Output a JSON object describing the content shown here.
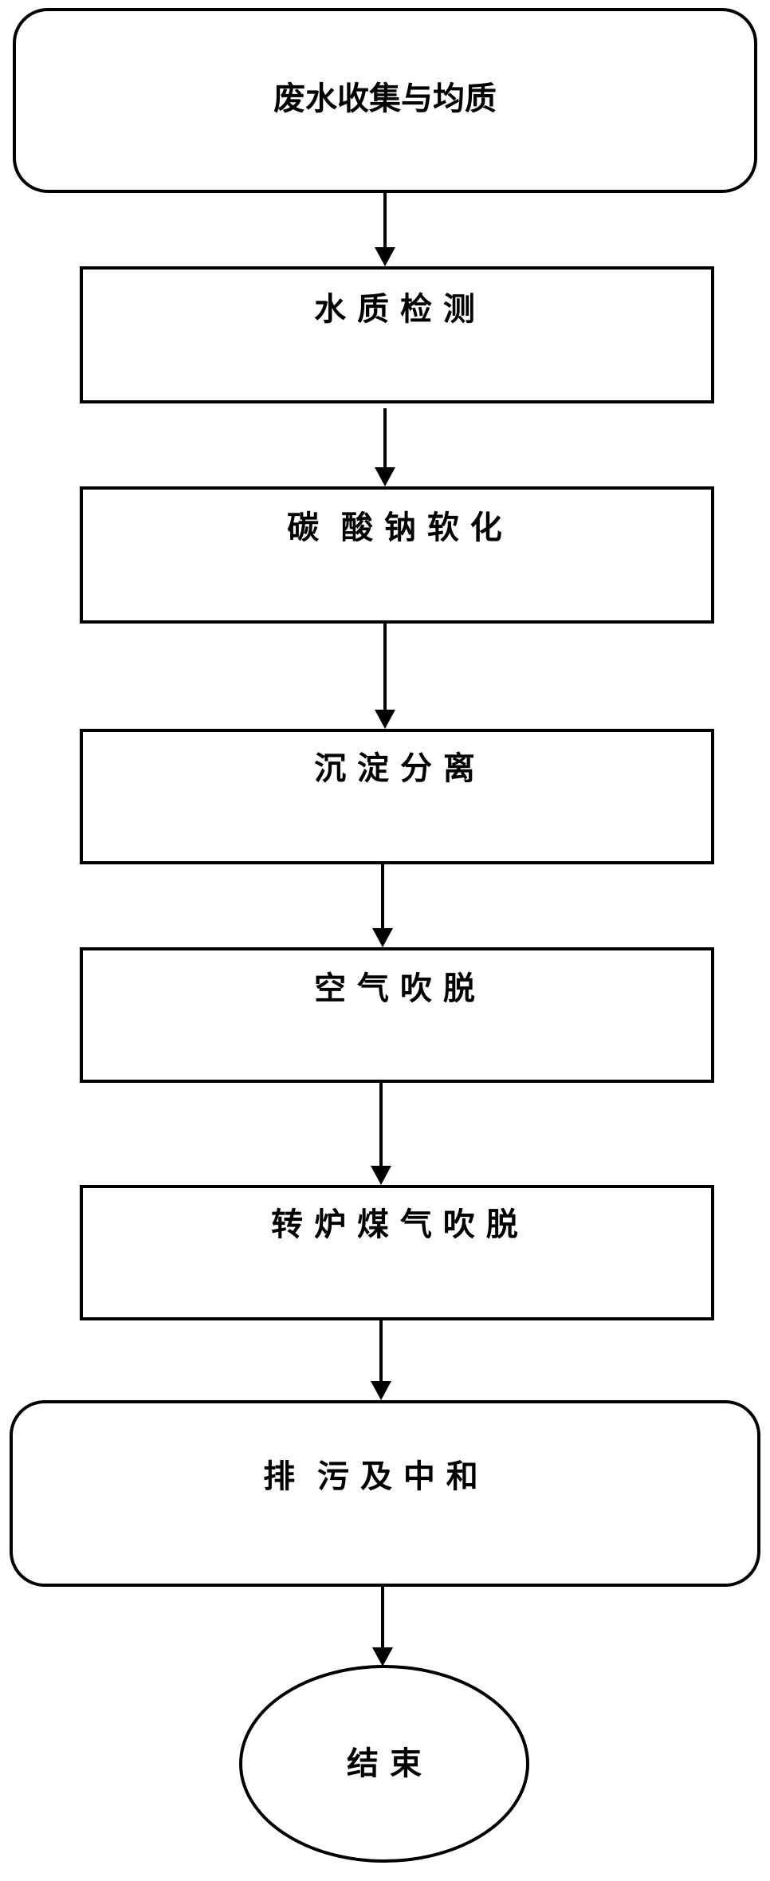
{
  "steps": [
    {
      "id": "collect",
      "shape": "rounded",
      "label": "废水收集与均质"
    },
    {
      "id": "test",
      "shape": "rect",
      "label": "水 质 检 测"
    },
    {
      "id": "soften",
      "shape": "rect",
      "label": "碳  酸 钠 软 化"
    },
    {
      "id": "settle",
      "shape": "rect",
      "label": "沉 淀 分 离"
    },
    {
      "id": "air-strip",
      "shape": "rect",
      "label": "空 气 吹 脱"
    },
    {
      "id": "gas-strip",
      "shape": "rect",
      "label": "转 炉 煤 气 吹 脱"
    },
    {
      "id": "discharge",
      "shape": "rounded",
      "label": "排  污 及 中 和"
    },
    {
      "id": "end",
      "shape": "ellipse",
      "label": "结 束"
    }
  ],
  "colors": {
    "stroke": "#000000",
    "fill": "#ffffff",
    "text": "#000000"
  }
}
